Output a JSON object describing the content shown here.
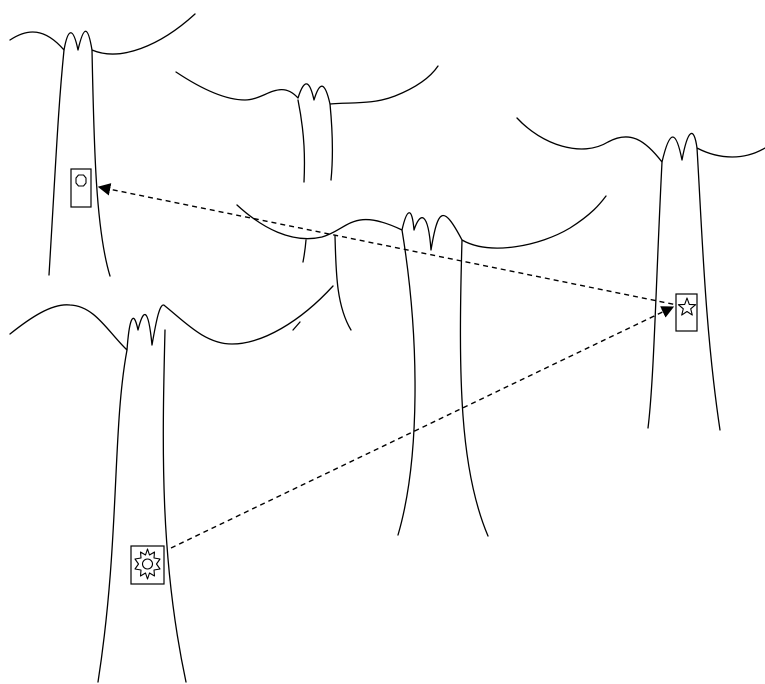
{
  "colors": {
    "line": "#000000",
    "background": "#ffffff"
  },
  "trees": [
    {
      "name": "tree-top-left"
    },
    {
      "name": "tree-back-center"
    },
    {
      "name": "tree-right"
    },
    {
      "name": "tree-center"
    },
    {
      "name": "tree-bottom-left"
    }
  ],
  "markers": [
    {
      "name": "octagon-sign",
      "symbol": "octagon-icon"
    },
    {
      "name": "star-sign",
      "symbol": "star-icon"
    },
    {
      "name": "sun-sign",
      "symbol": "sun-icon"
    }
  ],
  "route": [
    {
      "from": "sun-sign",
      "to": "star-sign",
      "style": "dashed",
      "arrowhead": true
    },
    {
      "from": "star-sign",
      "to": "octagon-sign",
      "style": "dashed",
      "arrowhead": true
    }
  ]
}
